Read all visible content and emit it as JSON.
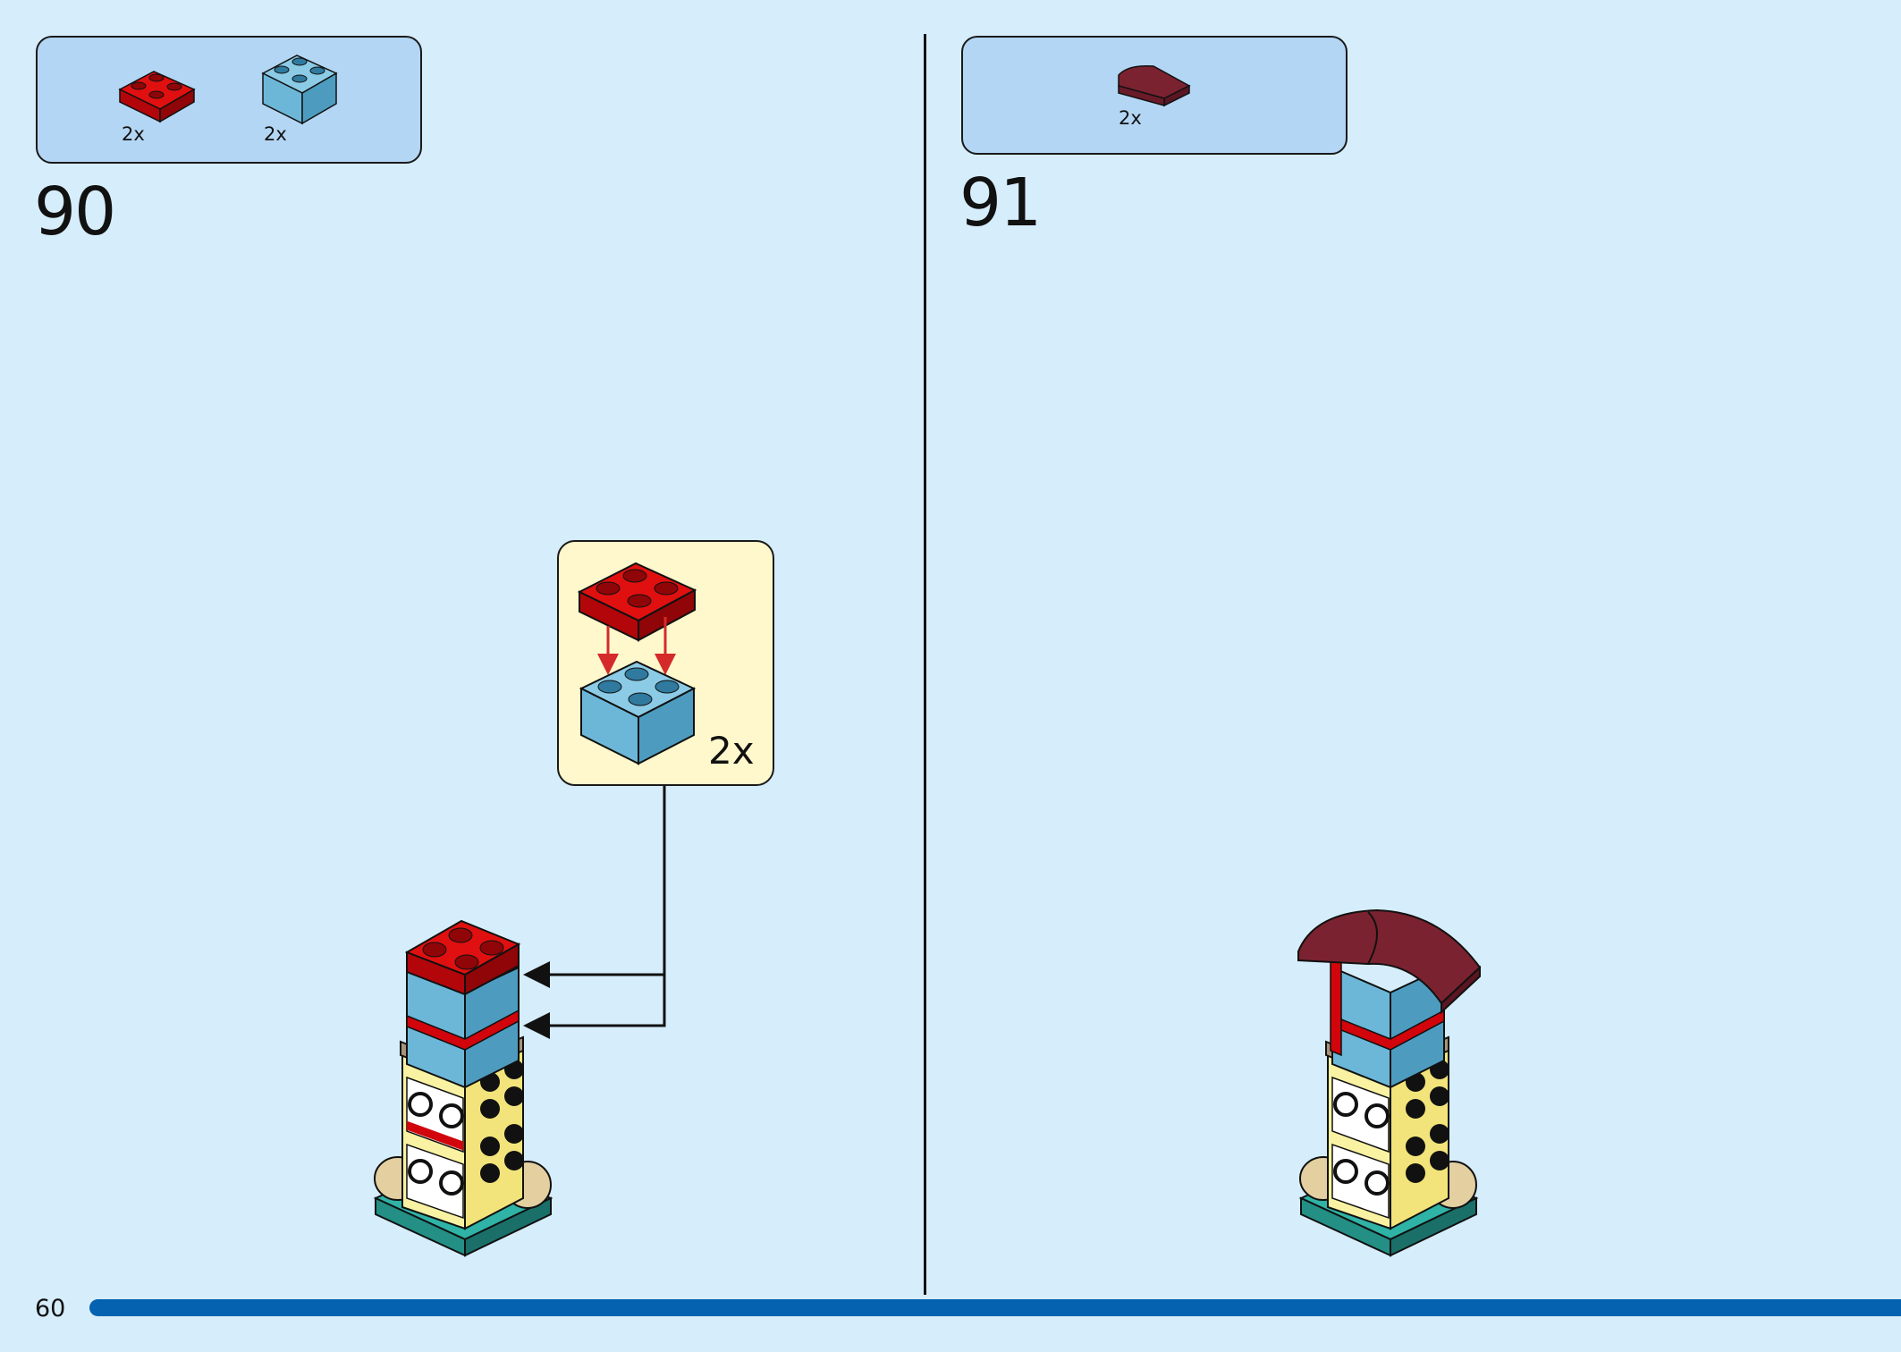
{
  "left": {
    "parts": [
      {
        "part": "red-2x2-plate",
        "qty": "2x",
        "color": "#d1050b"
      },
      {
        "part": "medium-azure-2x2-brick",
        "qty": "2x",
        "color": "#6cb7d8"
      }
    ],
    "step": "90",
    "callout": {
      "qty": "2x"
    }
  },
  "right": {
    "parts": [
      {
        "part": "dark-red-curved-slope",
        "qty": "2x",
        "color": "#7b2230"
      }
    ],
    "step": "91"
  },
  "footer": {
    "page": "60",
    "bar_color": "#0462b0"
  },
  "colors": {
    "background": "#d6edfb",
    "parts_box": "#b3d6f4",
    "callout": "#fff8cc"
  }
}
